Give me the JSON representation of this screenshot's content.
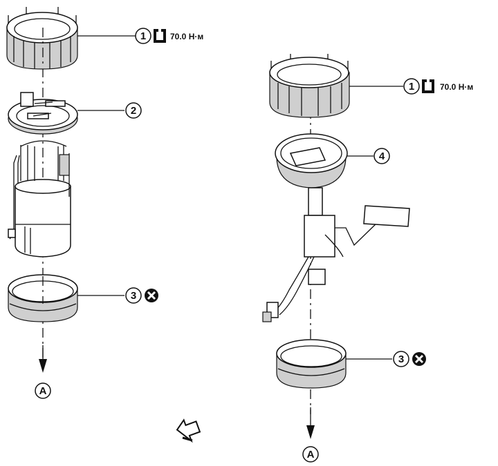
{
  "callouts": {
    "c1": "1",
    "c2": "2",
    "c3": "3",
    "c4": "4",
    "cA": "A"
  },
  "torque": {
    "value": "70.0 Н·м"
  },
  "icons": {
    "torque": "torque-wrench-icon",
    "replace": "do-not-reuse-x-icon",
    "direction": "front-direction-arrow-icon"
  }
}
